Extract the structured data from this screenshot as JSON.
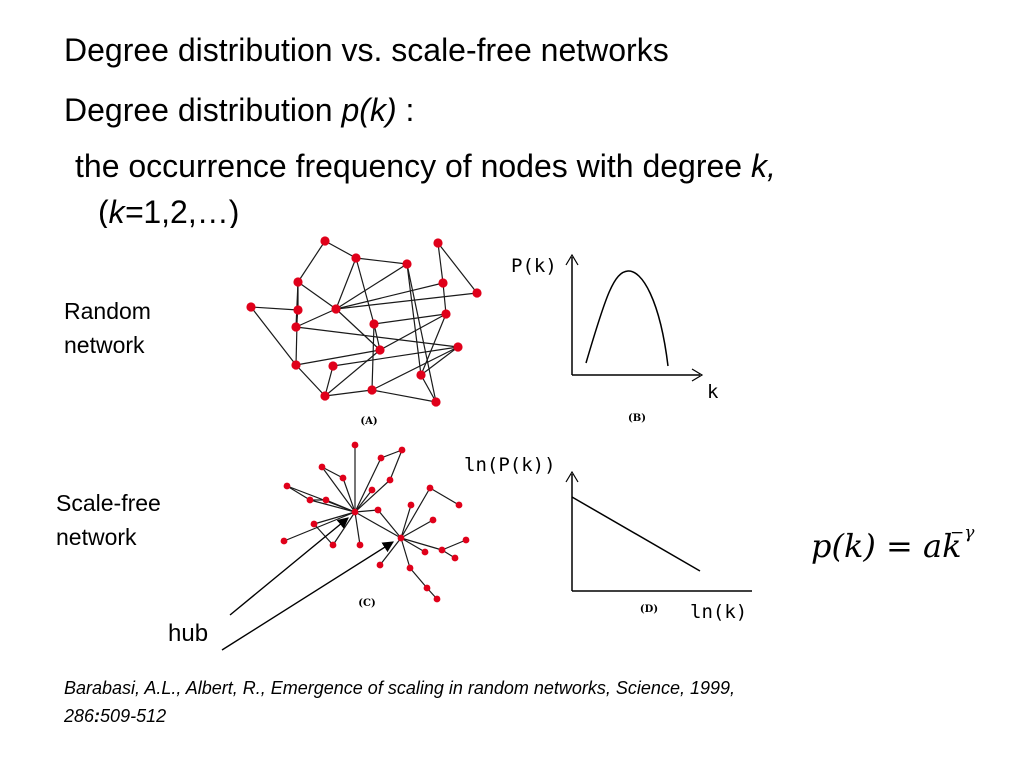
{
  "slide": {
    "line1": "Degree distribution vs. scale-free networks",
    "line2_a": "Degree distribution ",
    "line2_b": "p(k)",
    "line2_c": " :",
    "line3_a": "the occurrence frequency of nodes with degree ",
    "line3_b": "k,",
    "line4_a": "(",
    "line4_b": "k=",
    "line4_c": "1,2,…)"
  },
  "labels": {
    "random": [
      "Random",
      "network"
    ],
    "scale_free": [
      "Scale-free",
      "network"
    ],
    "hub": "hub"
  },
  "plots": {
    "b": {
      "ylabel": "P(k)",
      "xlabel": "k",
      "caption": "(B)"
    },
    "d": {
      "ylabel": "ln(P(k))",
      "xlabel": "ln(k)",
      "caption": "(D)"
    }
  },
  "networks": {
    "a_caption": "(A)",
    "c_caption": "(C)"
  },
  "formula": {
    "lhs": "p(k) = ak",
    "exp": "−γ"
  },
  "citation": {
    "text1": "Barabasi, A.L., Albert, R., Emergence of scaling in random networks, Science, 1999,",
    "vol": "286",
    "colon": ":",
    "pages": "509-512"
  },
  "colors": {
    "node": "#e0001a",
    "edge": "#1a1a1a"
  }
}
